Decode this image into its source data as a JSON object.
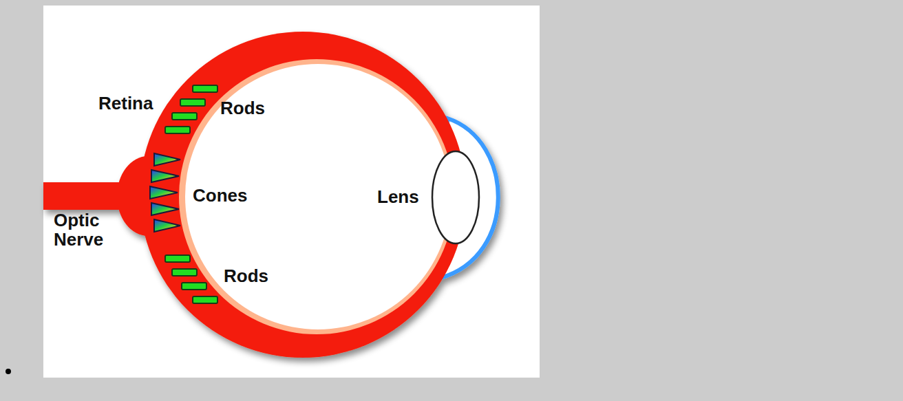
{
  "diagram": {
    "labels": [
      "Retina",
      "Rods",
      "Cones",
      "Lens",
      "Optic Nerve",
      "Rods"
    ]
  }
}
